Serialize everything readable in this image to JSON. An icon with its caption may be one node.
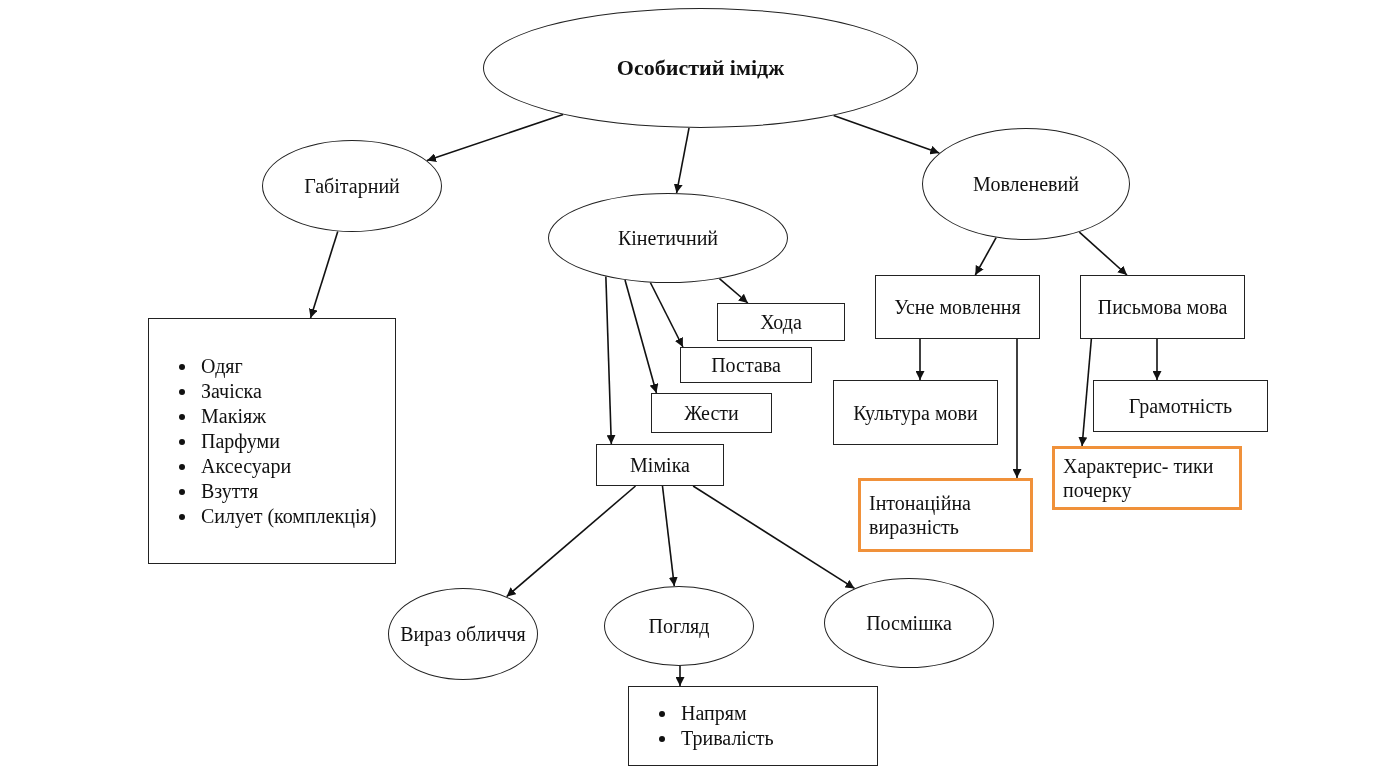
{
  "diagram": {
    "nodes": [
      {
        "text": [
          "Особистий імідж"
        ]
      },
      {
        "text": [
          "Габітарний"
        ]
      },
      {
        "text": [
          "Кінетичний"
        ]
      },
      {
        "text": [
          "Мовленевий"
        ]
      },
      {
        "text": [
          "Одяг",
          "Зачіска",
          "Макіяж",
          "Парфуми",
          "Аксесуари",
          "Взуття",
          "Силует (комплекція)"
        ]
      },
      {
        "text": [
          "Хода"
        ]
      },
      {
        "text": [
          "Постава"
        ]
      },
      {
        "text": [
          "Жести"
        ]
      },
      {
        "text": [
          "Міміка"
        ]
      },
      {
        "text": [
          "Усне мовлення"
        ]
      },
      {
        "text": [
          "Письмова мова"
        ]
      },
      {
        "text": [
          "Культура мови"
        ]
      },
      {
        "text": [
          "Грамотність"
        ]
      },
      {
        "text": [
          "Інтонаційна виразність"
        ]
      },
      {
        "text": [
          "Характерис- тики почерку"
        ]
      },
      {
        "text": [
          "Вираз обличчя"
        ]
      },
      {
        "text": [
          "Погляд"
        ]
      },
      {
        "text": [
          "Посмішка"
        ]
      },
      {
        "text": [
          "Напрям",
          "Тривалість"
        ]
      }
    ],
    "edges": [
      {
        "from": 0,
        "to": 1,
        "arrow": "to"
      },
      {
        "from": 0,
        "to": 2,
        "arrow": "to"
      },
      {
        "from": 0,
        "to": 3,
        "arrow": "to"
      },
      {
        "from": 1,
        "to": 4,
        "arrow": "to"
      },
      {
        "from": 2,
        "to": 5,
        "arrow": "to"
      },
      {
        "from": 2,
        "to": 6,
        "arrow": "to"
      },
      {
        "from": 2,
        "to": 7,
        "arrow": "to"
      },
      {
        "from": 2,
        "to": 8,
        "arrow": "to"
      },
      {
        "from": 3,
        "to": 9,
        "arrow": "to"
      },
      {
        "from": 3,
        "to": 10,
        "arrow": "to"
      },
      {
        "from": 9,
        "to": 11,
        "arrow": "to"
      },
      {
        "from": 9,
        "to": 13,
        "arrow": "to"
      },
      {
        "from": 10,
        "to": 12,
        "arrow": "to"
      },
      {
        "from": 10,
        "to": 14,
        "arrow": "to"
      },
      {
        "from": 8,
        "to": 15,
        "arrow": "to"
      },
      {
        "from": 8,
        "to": 16,
        "arrow": "to"
      },
      {
        "from": 8,
        "to": 17,
        "arrow": "to"
      },
      {
        "from": 16,
        "to": 18,
        "arrow": "to"
      }
    ]
  }
}
